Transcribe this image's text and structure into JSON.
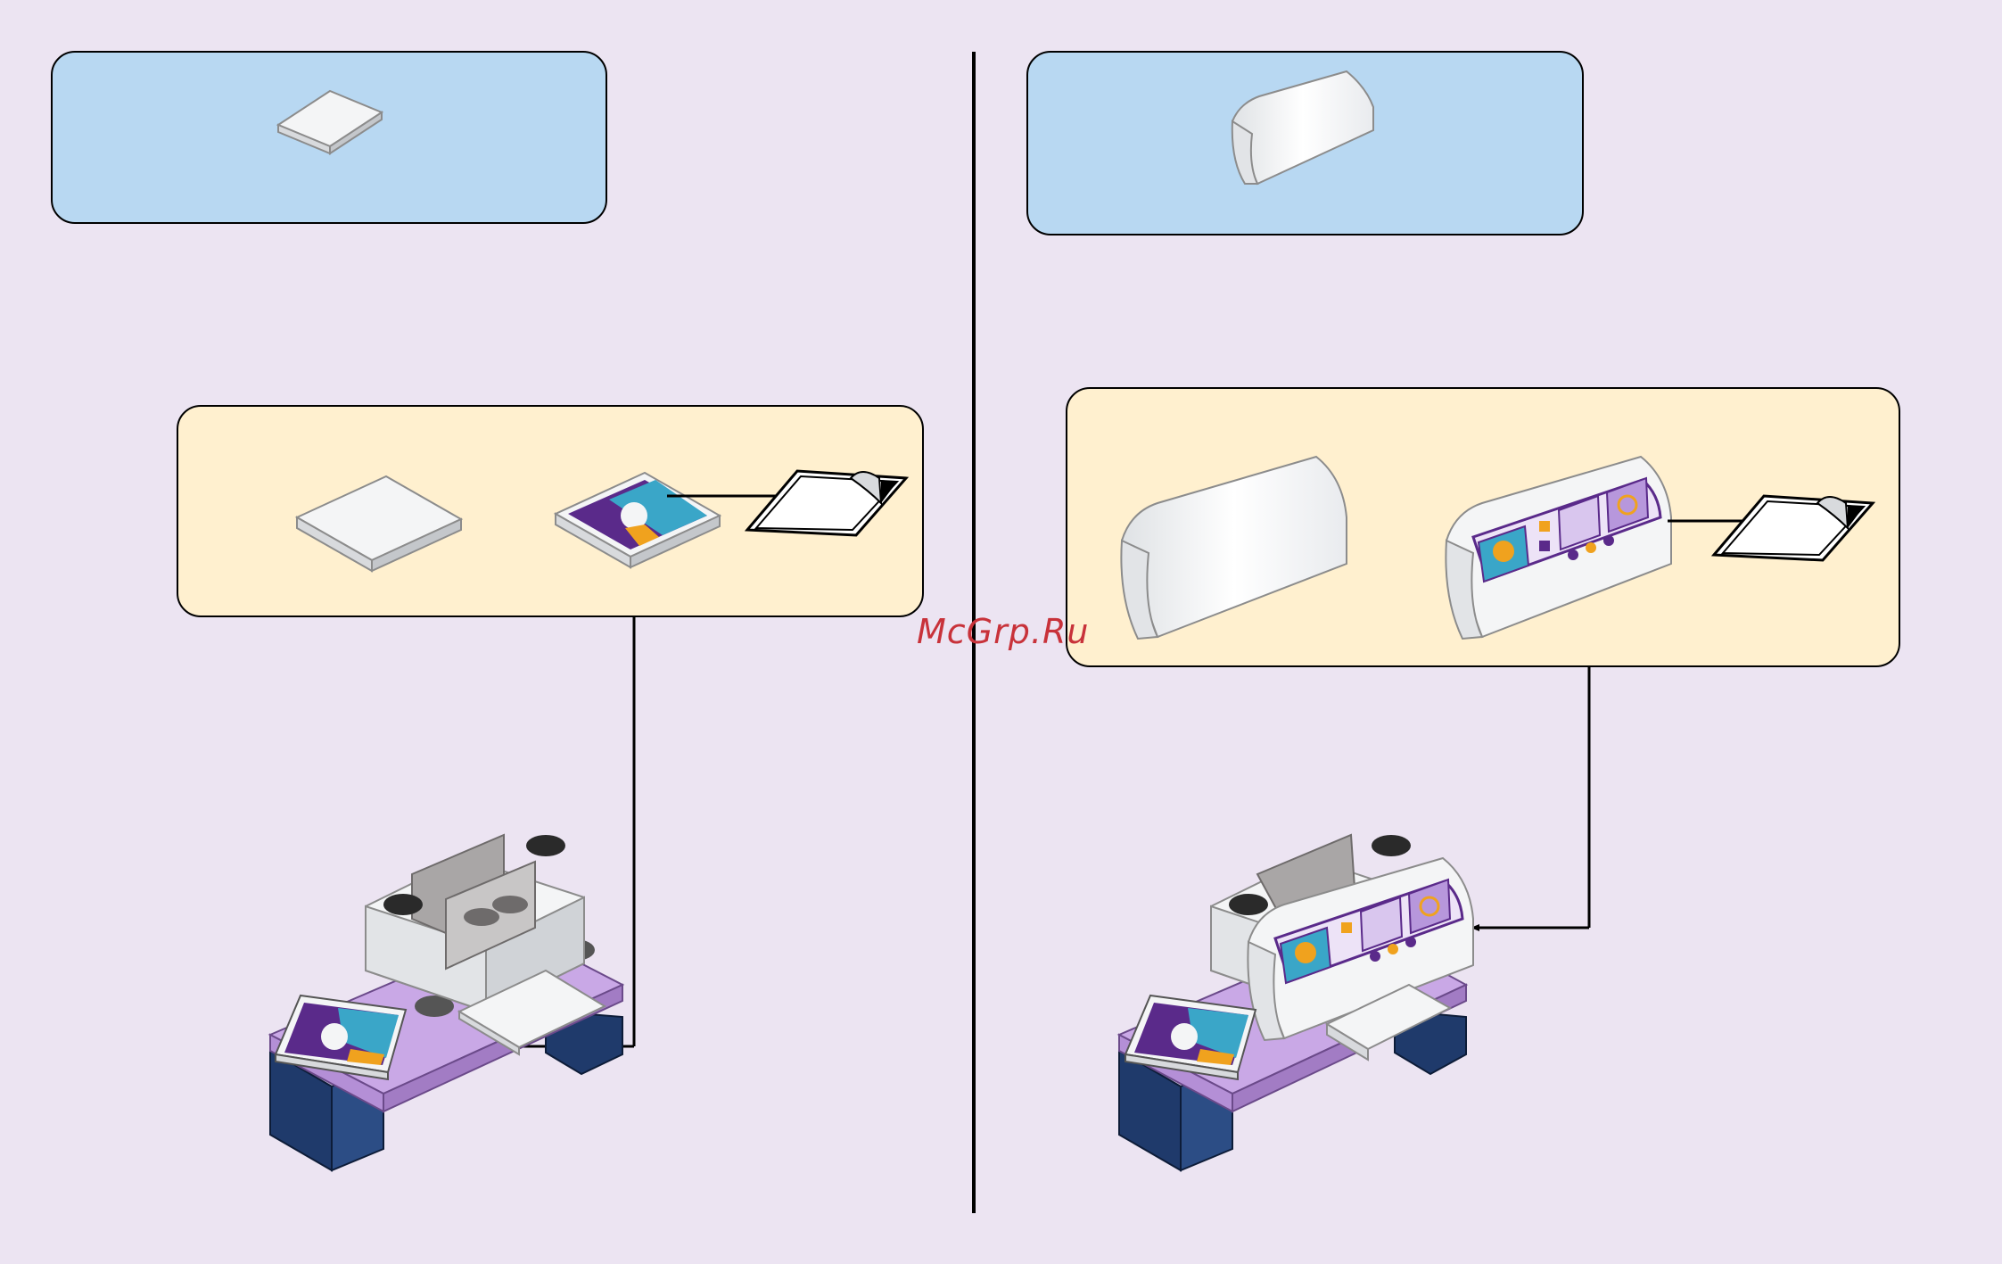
{
  "page": {
    "background": "#ece4f2",
    "divider_color": "#000000"
  },
  "colors": {
    "parts_box_fill": "#b8d8f2",
    "subassembly_box_fill": "#fff0cf",
    "white_brick": "#f4f5f6",
    "brick_edge": "#8c8c8c",
    "lavender_plate": "#c9a8e6",
    "dark_blue_brick": "#1f3a6b",
    "dark_gray": "#8a8a8a",
    "purple_print": "#5a2a8a",
    "teal_print": "#3aa6c8",
    "orange_print": "#f0a21e",
    "watermark_red": "#c8323a"
  },
  "left_step": {
    "parts": [
      {
        "name": "white-tile-2x2",
        "icon": "tile-icon"
      }
    ],
    "subassembly": [
      {
        "name": "white-tile-2x2",
        "icon": "tile-icon"
      },
      {
        "name": "printed-tile-2x2",
        "icon": "printed-tile-icon"
      },
      {
        "name": "sticker",
        "icon": "sticker-icon"
      }
    ],
    "model": {
      "name": "dj-booth-base",
      "icon": "booth-model-icon"
    }
  },
  "right_step": {
    "parts": [
      {
        "name": "white-curved-slope",
        "icon": "curved-slope-icon"
      }
    ],
    "subassembly": [
      {
        "name": "white-curved-slope",
        "icon": "curved-slope-icon"
      },
      {
        "name": "printed-curved-slope",
        "icon": "printed-curved-slope-icon"
      },
      {
        "name": "sticker",
        "icon": "sticker-icon"
      }
    ],
    "model": {
      "name": "dj-booth-with-console",
      "icon": "booth-console-model-icon"
    }
  },
  "watermark": {
    "text": "McGrp.Ru"
  }
}
